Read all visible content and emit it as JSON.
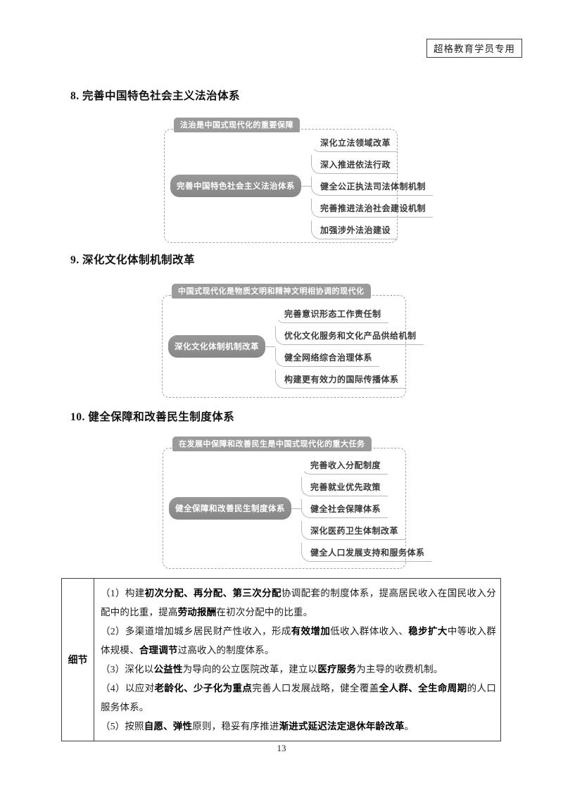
{
  "header": {
    "badge": "超格教育学员专用"
  },
  "page": {
    "number": "13"
  },
  "colors": {
    "tag_bg": "#9b9b9b",
    "root_node_bg": "#8f8f8f",
    "branch_line": "#b8b8b8",
    "dashed_border": "#a3a3a3"
  },
  "sections": [
    {
      "heading": "8. 完善中国特色社会主义法治体系",
      "tag": "法治是中国式现代化的重要保障",
      "root": "完善中国特色社会主义法治体系",
      "branches": [
        "深化立法领域改革",
        "深入推进依法行政",
        "健全公正执法司法体制机制",
        "完善推进法治社会建设机制",
        "加强涉外法治建设"
      ]
    },
    {
      "heading": "9. 深化文化体制机制改革",
      "tag": "中国式现代化是物质文明和精神文明相协调的现代化",
      "root": "深化文化体制机制改革",
      "branches": [
        "完善意识形态工作责任制",
        "优化文化服务和文化产品供给机制",
        "健全网络综合治理体系",
        "构建更有效力的国际传播体系"
      ]
    },
    {
      "heading": "10. 健全保障和改善民生制度体系",
      "tag": "在发展中保障和改善民生是中国式现代化的重大任务",
      "root": "健全保障和改善民生制度体系",
      "branches": [
        "完善收入分配制度",
        "完善就业优先政策",
        "健全社会保障体系",
        "深化医药卫生体制改革",
        "健全人口发展支持和服务体系"
      ]
    }
  ],
  "detail_table": {
    "label": "细节",
    "items": [
      {
        "segments": [
          {
            "t": "（1）构建",
            "b": false
          },
          {
            "t": "初次分配、再分配、第三次分配",
            "b": true
          },
          {
            "t": "协调配套的制度体系，提高居民收入在国民收入分配中的比重，提高",
            "b": false
          },
          {
            "t": "劳动报酬",
            "b": true
          },
          {
            "t": "在初次分配中的比重。",
            "b": false
          }
        ]
      },
      {
        "segments": [
          {
            "t": "（2）多渠道增加城乡居民财产性收入，形成",
            "b": false
          },
          {
            "t": "有效增加",
            "b": true
          },
          {
            "t": "低收入群体收入、",
            "b": false
          },
          {
            "t": "稳步扩大",
            "b": true
          },
          {
            "t": "中等收入群体规模、",
            "b": false
          },
          {
            "t": "合理调节",
            "b": true
          },
          {
            "t": "过高收入的制度体系。",
            "b": false
          }
        ]
      },
      {
        "segments": [
          {
            "t": "（3）深化以",
            "b": false
          },
          {
            "t": "公益性",
            "b": true
          },
          {
            "t": "为导向的公立医院改革，建立以",
            "b": false
          },
          {
            "t": "医疗服务",
            "b": true
          },
          {
            "t": "为主导的收费机制。",
            "b": false
          }
        ]
      },
      {
        "segments": [
          {
            "t": "（4）以应对",
            "b": false
          },
          {
            "t": "老龄化、少子化为重点",
            "b": true
          },
          {
            "t": "完善人口发展战略，健全覆盖",
            "b": false
          },
          {
            "t": "全人群、全生命周期",
            "b": true
          },
          {
            "t": "的人口服务体系。",
            "b": false
          }
        ]
      },
      {
        "segments": [
          {
            "t": "（5）按照",
            "b": false
          },
          {
            "t": "自愿、弹性",
            "b": true
          },
          {
            "t": "原则，稳妥有序推进",
            "b": false
          },
          {
            "t": "渐进式延迟法定退休年龄改革",
            "b": true
          },
          {
            "t": "。",
            "b": false
          }
        ]
      }
    ]
  }
}
